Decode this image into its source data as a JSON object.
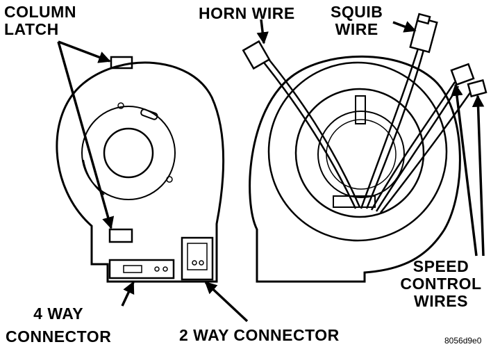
{
  "labels": {
    "column_latch": [
      "COLUMN",
      "LATCH"
    ],
    "horn_wire": "HORN WIRE",
    "squib_wire": [
      "SQUIB",
      "WIRE"
    ],
    "speed_control_wires": [
      "SPEED",
      "CONTROL",
      "WIRES"
    ],
    "four_way_connector": [
      "4 WAY",
      "CONNECTOR"
    ],
    "two_way_connector": "2 WAY CONNECTOR",
    "figure_code": "8056d9e0"
  }
}
